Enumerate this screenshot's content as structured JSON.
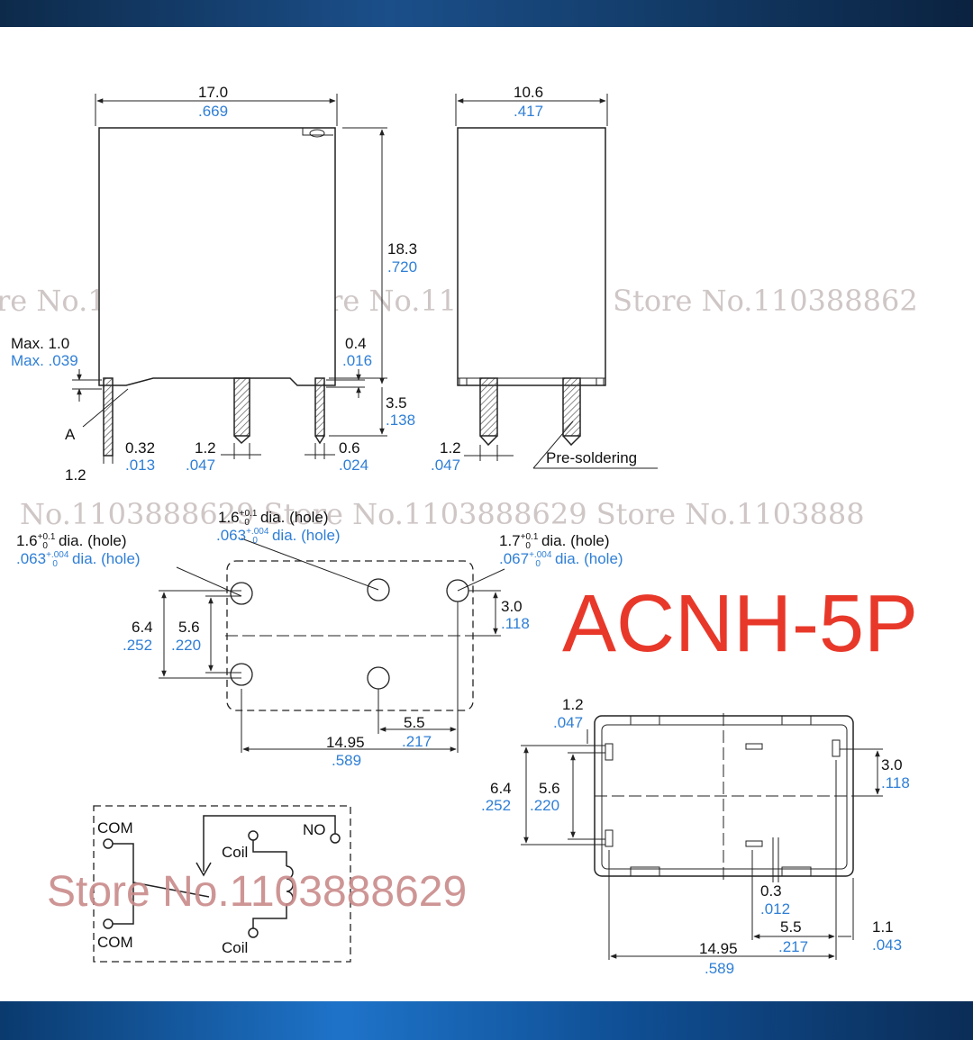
{
  "colors": {
    "accent_red": "#e8382a",
    "dim_blue": "#2f7fd6",
    "line": "#222222",
    "watermark": "#c98a8a"
  },
  "watermark": {
    "row1": "re No.1103888629 Store No.1103888629 Store No.110388862",
    "row2": "No.1103888629 Store No.1103888629 Store No.1103888",
    "stamp": "Store No.1103888629"
  },
  "model": "ACNH-5P",
  "front_view": {
    "width_mm": "17.0",
    "width_in": ".669",
    "height_mm": "18.3",
    "height_in": ".720",
    "max_mm": "Max. 1.0",
    "max_in": "Max. .039",
    "gap_mm": "0.4",
    "gap_in": ".016",
    "pin_len_mm": "3.5",
    "pin_len_in": ".138",
    "label_a": "A",
    "pin_thk_mm": "0.32",
    "pin_thk_in": ".013",
    "pin_w_mm": "1.2",
    "pin_w_in": ".047",
    "pin_w2_mm": "0.6",
    "pin_w2_in": ".024",
    "bottom_mm": "1.2"
  },
  "side_view": {
    "width_mm": "10.6",
    "width_in": ".417",
    "pin_mm": "1.2",
    "pin_in": ".047",
    "presolder": "Pre-soldering"
  },
  "pcb_layout": {
    "hole_left_mm": "1.6",
    "hole_left_sup": "+0.1",
    "hole_left_sub": "0",
    "hole_left_txt": "dia. (hole)",
    "hole_left_in": ".063",
    "hole_left_in_sup": "+.004",
    "hole_left_in_sub": "0",
    "hole_left_in_txt": "dia. (hole)",
    "hole_mid_mm": "1.6",
    "hole_mid_sup": "+0.1",
    "hole_mid_sub": "0",
    "hole_mid_txt": "dia. (hole)",
    "hole_mid_in": ".063",
    "hole_mid_in_sup": "+.004",
    "hole_mid_in_sub": "0",
    "hole_mid_in_txt": "dia. (hole)",
    "hole_right_mm": "1.7",
    "hole_right_sup": "+0.1",
    "hole_right_sub": "0",
    "hole_right_txt": "dia. (hole)",
    "hole_right_in": ".067",
    "hole_right_in_sup": "+.004",
    "hole_right_in_sub": "0",
    "hole_right_in_txt": "dia. (hole)",
    "h_outer_mm": "6.4",
    "h_outer_in": ".252",
    "h_inner_mm": "5.6",
    "h_inner_in": ".220",
    "right_off_mm": "3.0",
    "right_off_in": ".118",
    "pitch_mm": "5.5",
    "pitch_in": ".217",
    "span_mm": "14.95",
    "span_in": ".589"
  },
  "schematic": {
    "com_top": "COM",
    "com_bottom": "COM",
    "no": "NO",
    "coil_top": "Coil",
    "coil_bottom": "Coil"
  },
  "bottom_view": {
    "pin_mm": "1.2",
    "pin_in": ".047",
    "h_outer_mm": "6.4",
    "h_outer_in": ".252",
    "h_inner_mm": "5.6",
    "h_inner_in": ".220",
    "right_off_mm": "3.0",
    "right_off_in": ".118",
    "thk_mm": "0.3",
    "thk_in": ".012",
    "pitch_mm": "5.5",
    "pitch_in": ".217",
    "edge_mm": "1.1",
    "edge_in": ".043",
    "span_mm": "14.95",
    "span_in": ".589"
  }
}
